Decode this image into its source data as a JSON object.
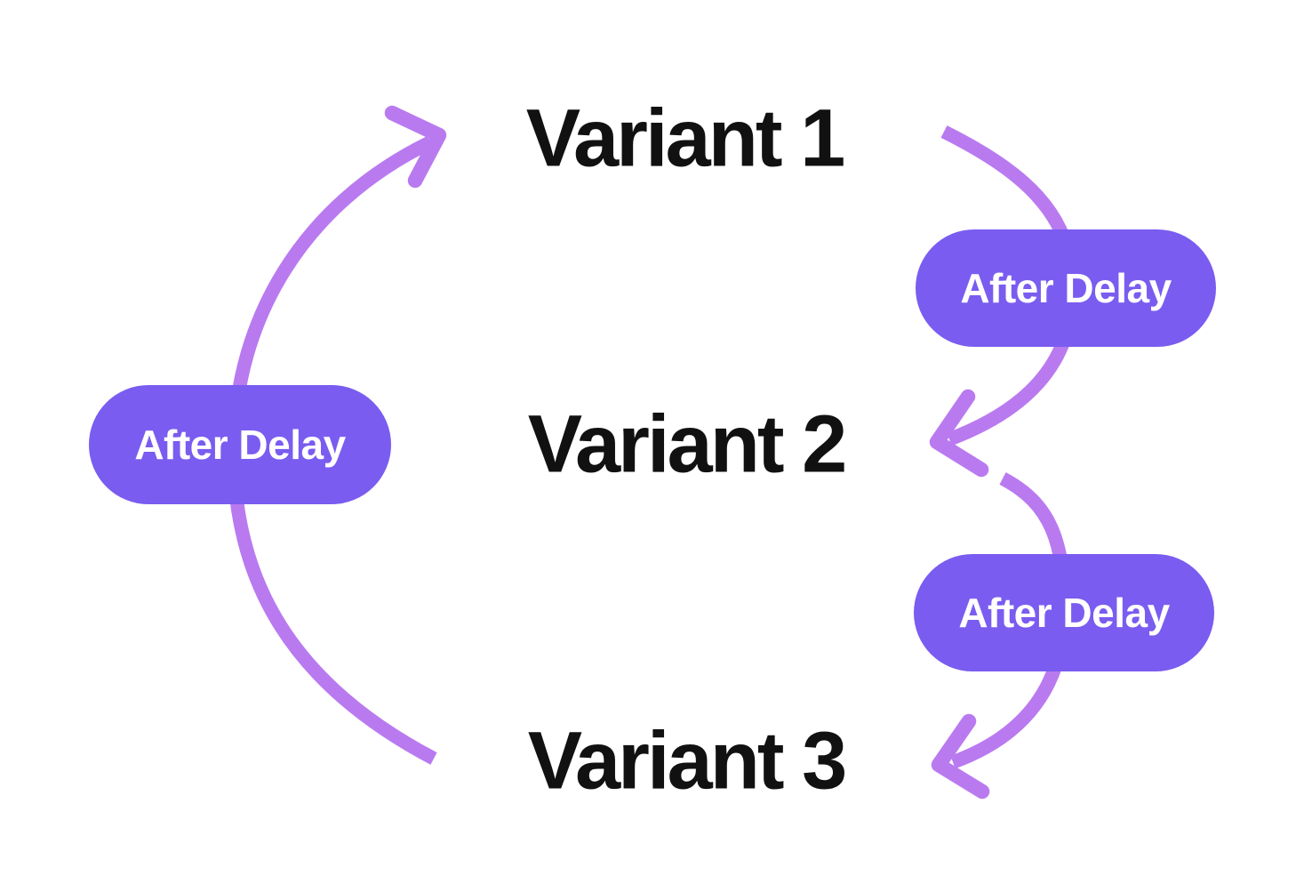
{
  "diagram": {
    "type": "prototype-flow-loop",
    "nodes": [
      {
        "id": "variant-1",
        "label": "Variant 1"
      },
      {
        "id": "variant-2",
        "label": "Variant 2"
      },
      {
        "id": "variant-3",
        "label": "Variant 3"
      }
    ],
    "connections": [
      {
        "from": "Variant 1",
        "to": "Variant 2",
        "trigger": "After Delay",
        "side": "right"
      },
      {
        "from": "Variant 2",
        "to": "Variant 3",
        "trigger": "After Delay",
        "side": "right"
      },
      {
        "from": "Variant 3",
        "to": "Variant 1",
        "trigger": "After Delay",
        "side": "left"
      }
    ],
    "colors": {
      "background": "#FFFFFF",
      "pill": "#7A5CF0",
      "pill_text": "#FFFFFF",
      "arrow": "#B97AF0",
      "node_text": "#111111"
    }
  }
}
